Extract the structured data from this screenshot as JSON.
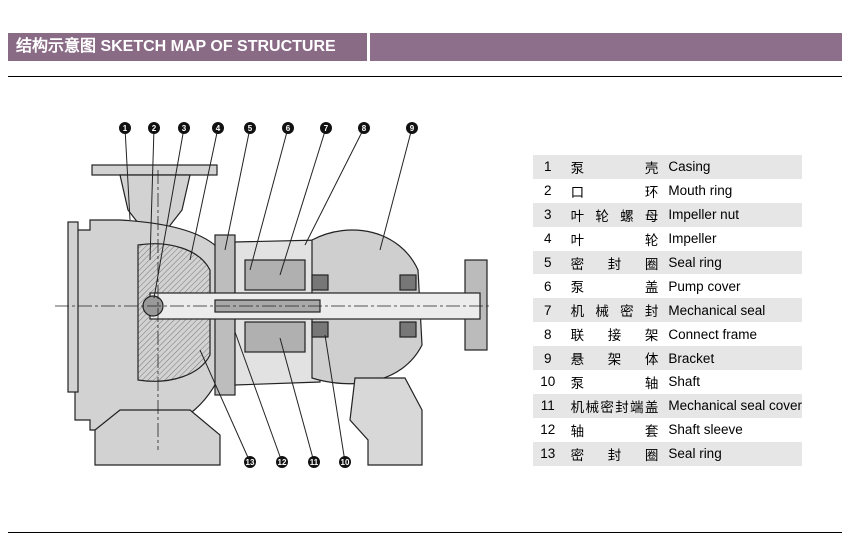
{
  "header": {
    "title": "结构示意图  SKETCH MAP OF STRUCTURE"
  },
  "diagram": {
    "callouts_top": [
      "1",
      "2",
      "3",
      "4",
      "5",
      "6",
      "7",
      "8",
      "9"
    ],
    "callouts_bottom": [
      "13",
      "12",
      "11",
      "10"
    ],
    "colors": {
      "line": "#222222",
      "fill": "#c8c8c8",
      "dark": "#555555"
    }
  },
  "parts": [
    {
      "num": "1",
      "cn": "泵壳",
      "en": "Casing"
    },
    {
      "num": "2",
      "cn": "口环",
      "en": "Mouth ring"
    },
    {
      "num": "3",
      "cn": "叶轮螺母",
      "en": "Impeller nut"
    },
    {
      "num": "4",
      "cn": "叶轮",
      "en": "Impeller"
    },
    {
      "num": "5",
      "cn": "密封圈",
      "en": "Seal ring"
    },
    {
      "num": "6",
      "cn": "泵盖",
      "en": "Pump cover"
    },
    {
      "num": "7",
      "cn": "机械密封",
      "en": "Mechanical seal"
    },
    {
      "num": "8",
      "cn": "联接架",
      "en": "Connect frame"
    },
    {
      "num": "9",
      "cn": "悬架体",
      "en": "Bracket"
    },
    {
      "num": "10",
      "cn": "泵轴",
      "en": "Shaft"
    },
    {
      "num": "11",
      "cn": "机械密封端盖",
      "en": "Mechanical seal cover"
    },
    {
      "num": "12",
      "cn": "轴套",
      "en": "Shaft sleeve"
    },
    {
      "num": "13",
      "cn": "密封圈",
      "en": "Seal ring"
    }
  ]
}
